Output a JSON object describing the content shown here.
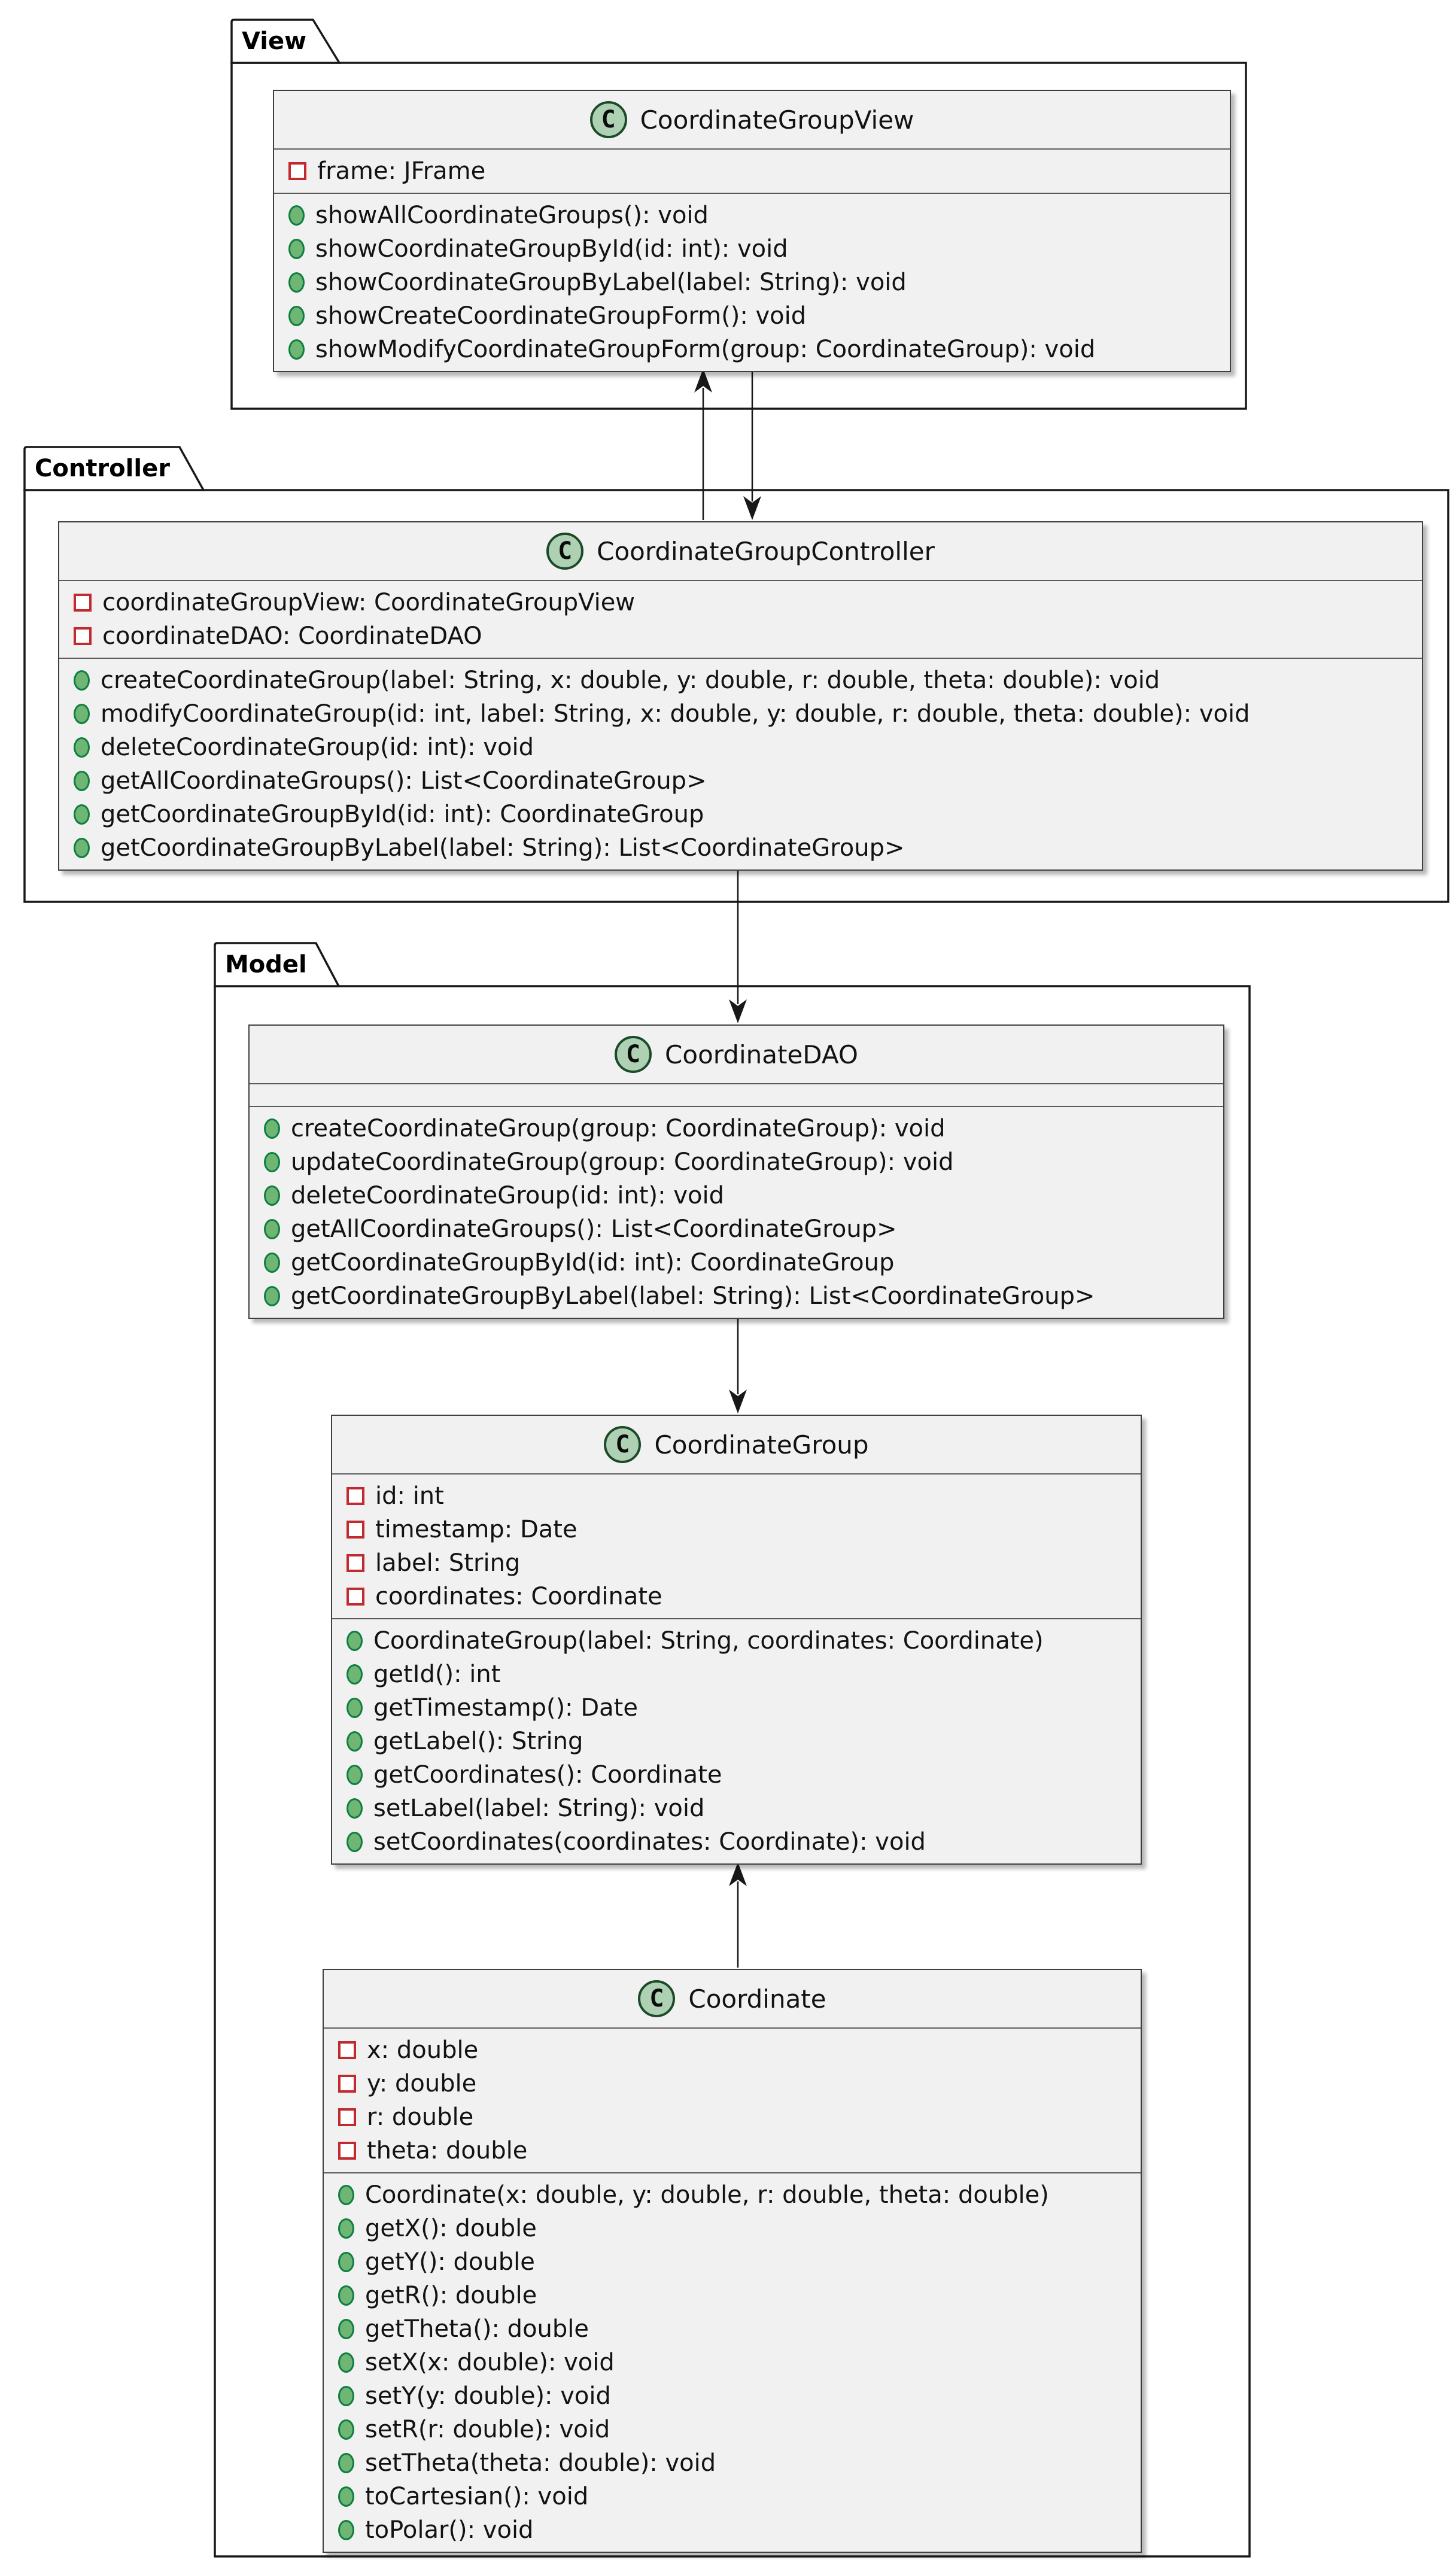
{
  "colors": {
    "background": "#FFFFFF",
    "class_fill": "#F1F1F1",
    "class_border": "#3F3F3F",
    "compartment_separator": "#5B5B5B",
    "package_border": "#181818",
    "spot_fill": "#ADD1B2",
    "spot_border": "#1C4A28",
    "field_icon": "#C22A2F",
    "method_icon_fill": "#6FB573",
    "method_icon_border": "#0E7E41",
    "arrow": "#181818",
    "text": "#121212"
  },
  "icons": {
    "class_spot_letter": "C",
    "field_visibility": "private-red-square-icon",
    "method_visibility": "public-green-dot-icon"
  },
  "packages": {
    "view": {
      "label": "View"
    },
    "controller": {
      "label": "Controller"
    },
    "model": {
      "label": "Model"
    }
  },
  "classes": {
    "view": {
      "name": "CoordinateGroupView",
      "attributes": [
        "frame: JFrame"
      ],
      "methods": [
        "showAllCoordinateGroups(): void",
        "showCoordinateGroupById(id: int): void",
        "showCoordinateGroupByLabel(label: String): void",
        "showCreateCoordinateGroupForm(): void",
        "showModifyCoordinateGroupForm(group: CoordinateGroup): void"
      ]
    },
    "controller": {
      "name": "CoordinateGroupController",
      "attributes": [
        "coordinateGroupView: CoordinateGroupView",
        "coordinateDAO: CoordinateDAO"
      ],
      "methods": [
        "createCoordinateGroup(label: String, x: double, y: double, r: double, theta: double): void",
        "modifyCoordinateGroup(id: int, label: String, x: double, y: double, r: double, theta: double): void",
        "deleteCoordinateGroup(id: int): void",
        "getAllCoordinateGroups(): List<CoordinateGroup>",
        "getCoordinateGroupById(id: int): CoordinateGroup",
        "getCoordinateGroupByLabel(label: String): List<CoordinateGroup>"
      ]
    },
    "dao": {
      "name": "CoordinateDAO",
      "attributes": [],
      "methods": [
        "createCoordinateGroup(group: CoordinateGroup): void",
        "updateCoordinateGroup(group: CoordinateGroup): void",
        "deleteCoordinateGroup(id: int): void",
        "getAllCoordinateGroups(): List<CoordinateGroup>",
        "getCoordinateGroupById(id: int): CoordinateGroup",
        "getCoordinateGroupByLabel(label: String): List<CoordinateGroup>"
      ]
    },
    "group": {
      "name": "CoordinateGroup",
      "attributes": [
        "id: int",
        "timestamp: Date",
        "label: String",
        "coordinates: Coordinate"
      ],
      "methods": [
        "CoordinateGroup(label: String, coordinates: Coordinate)",
        "getId(): int",
        "getTimestamp(): Date",
        "getLabel(): String",
        "getCoordinates(): Coordinate",
        "setLabel(label: String): void",
        "setCoordinates(coordinates: Coordinate): void"
      ]
    },
    "coordinate": {
      "name": "Coordinate",
      "attributes": [
        "x: double",
        "y: double",
        "r: double",
        "theta: double"
      ],
      "methods": [
        "Coordinate(x: double, y: double, r: double, theta: double)",
        "getX(): double",
        "getY(): double",
        "getR(): double",
        "getTheta(): double",
        "setX(x: double): void",
        "setY(y: double): void",
        "setR(r: double): void",
        "setTheta(theta: double): void",
        "toCartesian(): void",
        "toPolar(): void"
      ]
    }
  },
  "relationships": [
    {
      "from": "CoordinateGroupController",
      "to": "CoordinateGroupView",
      "arrow": "up"
    },
    {
      "from": "CoordinateGroupView",
      "to": "CoordinateGroupController",
      "arrow": "down"
    },
    {
      "from": "CoordinateGroupController",
      "to": "CoordinateDAO",
      "arrow": "down"
    },
    {
      "from": "CoordinateDAO",
      "to": "CoordinateGroup",
      "arrow": "down"
    },
    {
      "from": "Coordinate",
      "to": "CoordinateGroup",
      "arrow": "up"
    }
  ]
}
